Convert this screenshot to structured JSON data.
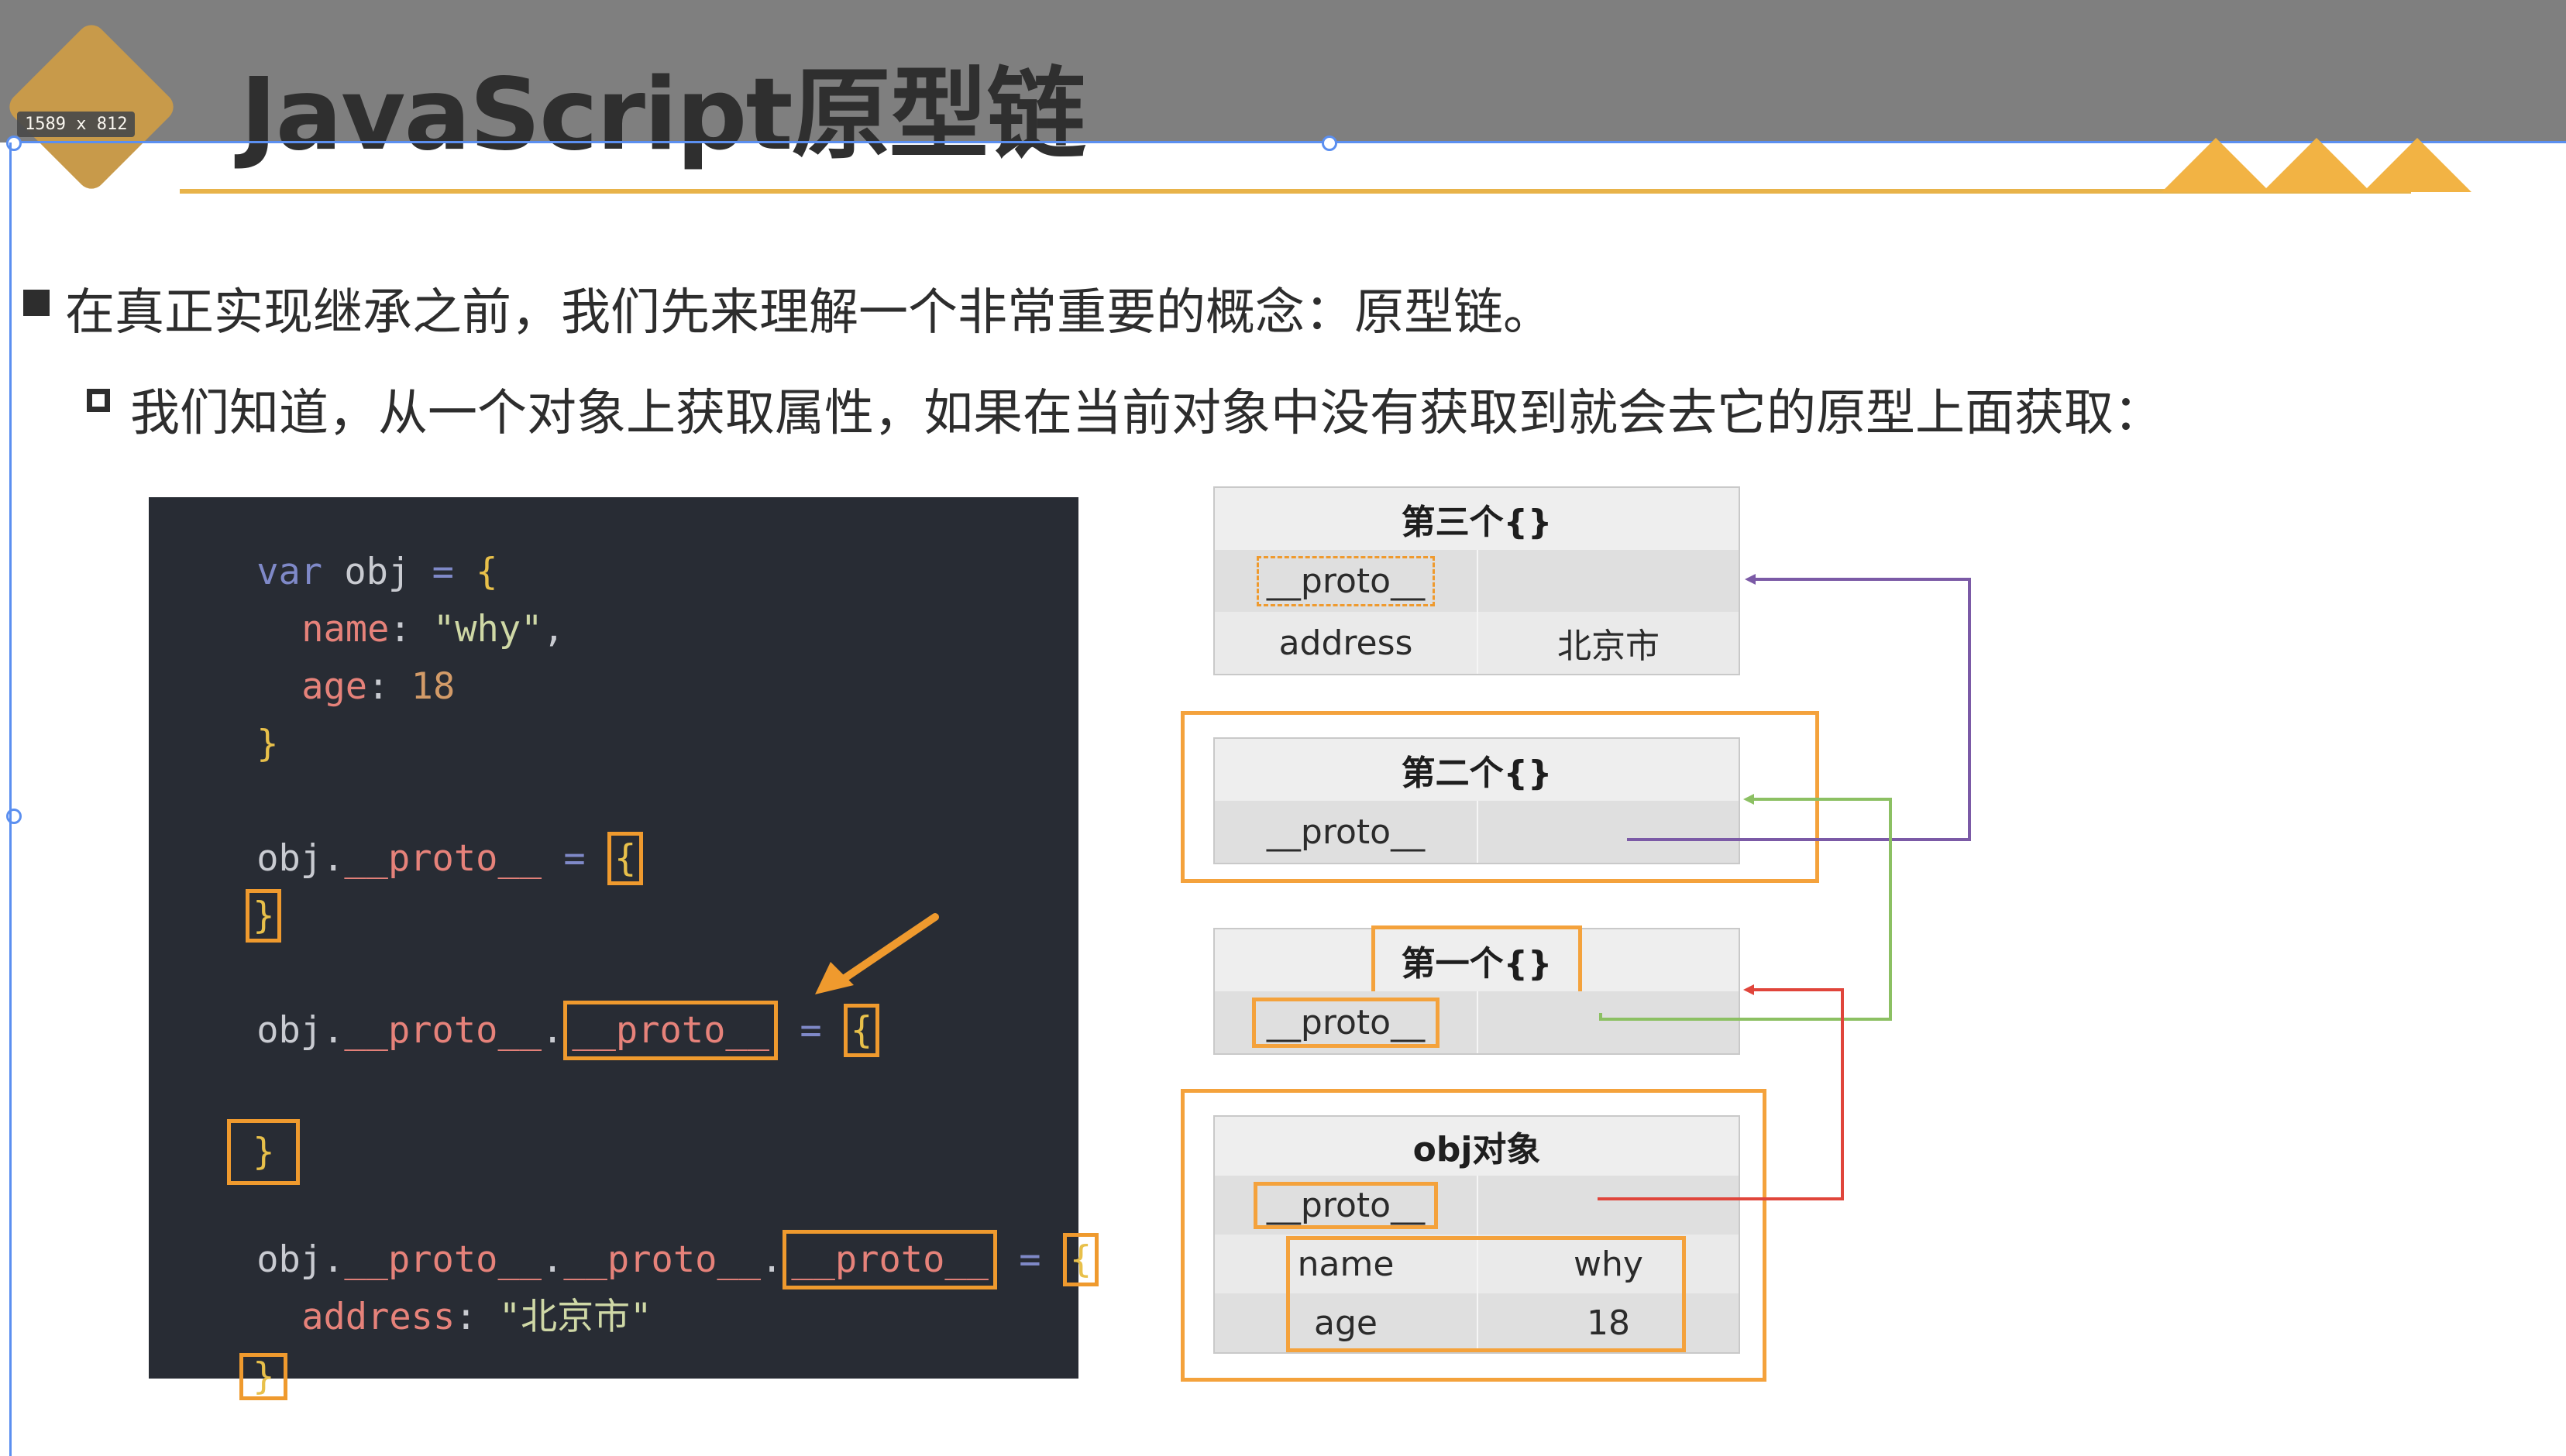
{
  "header": {
    "title": "JavaScript原型链",
    "dimensions_badge": "1589 x 812"
  },
  "bullets": {
    "level1": "在真正实现继承之前，我们先来理解一个非常重要的概念：原型链。",
    "level2": "我们知道，从一个对象上获取属性，如果在当前对象中没有获取到就会去它的原型上面获取："
  },
  "code": {
    "lines": [
      {
        "kw": "var",
        "name": "obj",
        "eq": "=",
        "open": "{"
      },
      {
        "key": "name",
        "colon": ":",
        "value": "\"why\"",
        "comma": ","
      },
      {
        "key": "age",
        "colon": ":",
        "value": "18"
      },
      {
        "close": "}"
      },
      {
        "obj": "obj",
        "dot": ".",
        "proto": "__proto__",
        "eq": "=",
        "open": "{"
      },
      {
        "close": "}"
      },
      {
        "obj": "obj",
        "dot": ".",
        "proto1": "__proto__",
        "dot2": ".",
        "proto2": "__proto__",
        "eq": "=",
        "open": "{"
      },
      {
        "close": "}"
      },
      {
        "obj": "obj",
        "dot": ".",
        "proto1": "__proto__",
        "dot2": ".",
        "proto2": "__proto__",
        "dot3": ".",
        "proto3": "__proto__",
        "eq": "=",
        "open": "{"
      },
      {
        "key": "address",
        "colon": ":",
        "value": "\"北京市\""
      },
      {
        "close": "}"
      }
    ]
  },
  "diagram": {
    "third": {
      "title": "第三个{}",
      "proto": "__proto__",
      "key": "address",
      "value": "北京市"
    },
    "second": {
      "title": "第二个{}",
      "proto": "__proto__"
    },
    "first": {
      "title": "第一个{}",
      "proto": "__proto__"
    },
    "obj": {
      "title": "obj对象",
      "proto": "__proto__",
      "rows": [
        {
          "key": "name",
          "value": "why"
        },
        {
          "key": "age",
          "value": "18"
        }
      ]
    },
    "colors": {
      "purple": "#7b5aa6",
      "green": "#8cc063",
      "red": "#e0453b",
      "orange": "#f4a23c"
    }
  }
}
